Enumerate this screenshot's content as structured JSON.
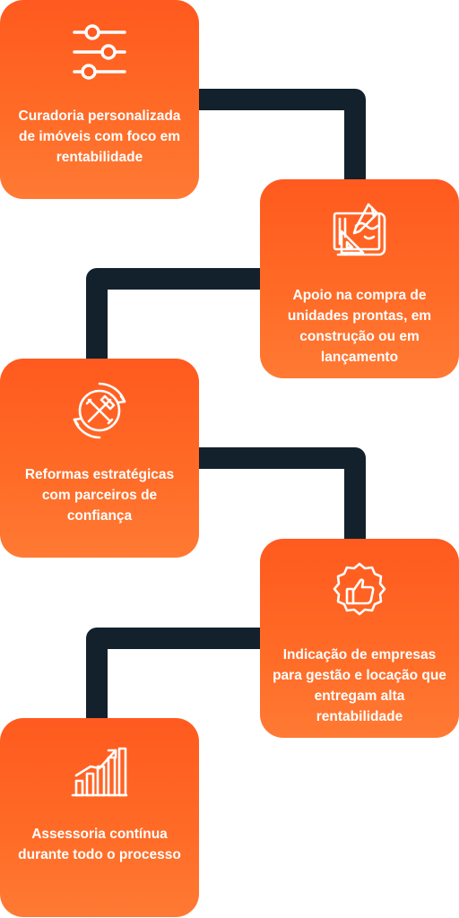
{
  "steps": [
    {
      "label": "Curadoria personalizada de imóveis com foco em rentabilidade",
      "icon": "sliders-icon"
    },
    {
      "label": "Apoio na compra de unidades prontas, em construção ou em lançamento",
      "icon": "blueprint-icon"
    },
    {
      "label": "Reformas estratégicas com parceiros de confiança",
      "icon": "tools-gear-icon"
    },
    {
      "label": "Indicação de empresas para gestão e locação que entregam alta rentabilidade",
      "icon": "thumbs-up-badge-icon"
    },
    {
      "label": "Assessoria contínua durante todo o processo",
      "icon": "growth-chart-icon"
    }
  ],
  "colors": {
    "card": "#ff5a1f",
    "connector": "#13212d",
    "text": "#ffffff"
  }
}
